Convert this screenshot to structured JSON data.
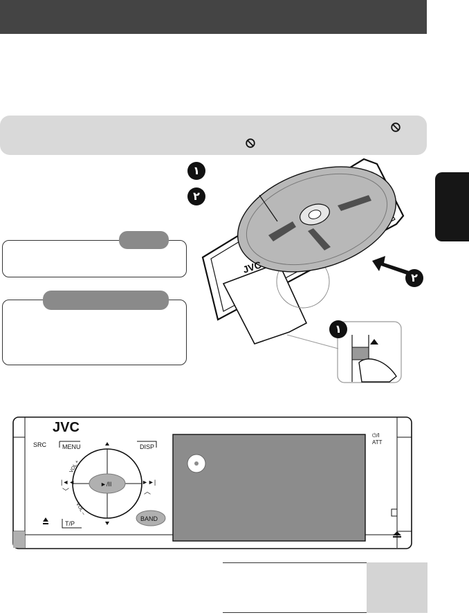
{
  "colors": {
    "header_bar": "#444444",
    "notice_panel": "#d9d9d9",
    "side_tab": "#161616",
    "callout_pill": "#8a8a8a",
    "screen": "#8c8c8c",
    "accent_grey": "#b0b0b0"
  },
  "step_markers": [
    "١",
    "٢"
  ],
  "device": {
    "brand": "JVC",
    "buttons": {
      "src": "SRC",
      "menu": "MENU",
      "disp": "DISP",
      "tp": "T/P",
      "band": "BAND",
      "play_pause": "►/II",
      "power": "⏻/I",
      "att": "ATT",
      "vol_plus": "VOL +",
      "vol_minus": "VOL –"
    }
  },
  "icons": [
    "no-entry-icon",
    "disc-icon",
    "eject-icon",
    "skip-back-icon",
    "skip-forward-icon",
    "up-arrow-icon",
    "down-arrow-icon",
    "tilt-icon"
  ]
}
